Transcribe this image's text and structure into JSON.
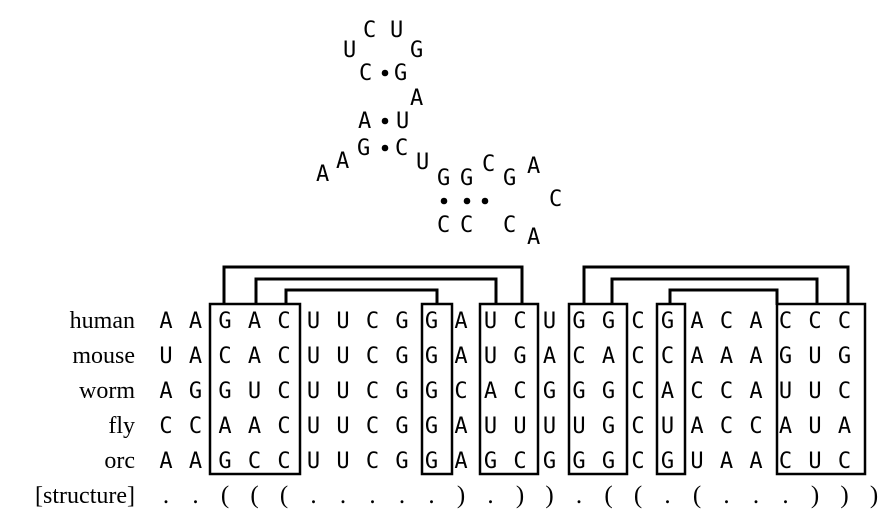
{
  "alignment": {
    "rows": [
      {
        "label": "human",
        "seq": "AAGACUUCGGAUCUGGCGACACCC"
      },
      {
        "label": "mouse",
        "seq": "UACACUUCGGAUGACACCAAAGUG"
      },
      {
        "label": "worm",
        "seq": "AGGUCUUCGGCACGGGCACCAUUC"
      },
      {
        "label": "fly",
        "seq": "CCAACUUCGGAUUUUGCUACCAUA"
      },
      {
        "label": "orc",
        "seq": "AAGCCUUCGGAGCGGGCGUAACUC"
      }
    ],
    "structure_label": "[structure]",
    "structure": "..(((.....).)).((.(...)))"
  },
  "hairpin": {
    "letters": [
      "U",
      "C",
      "U",
      "G",
      "C",
      "G",
      "A",
      "A",
      "U",
      "A",
      "A",
      "G",
      "C",
      "U",
      "G",
      "G",
      "C",
      "G",
      "A",
      "C",
      "C",
      "C",
      "C",
      "A"
    ]
  }
}
